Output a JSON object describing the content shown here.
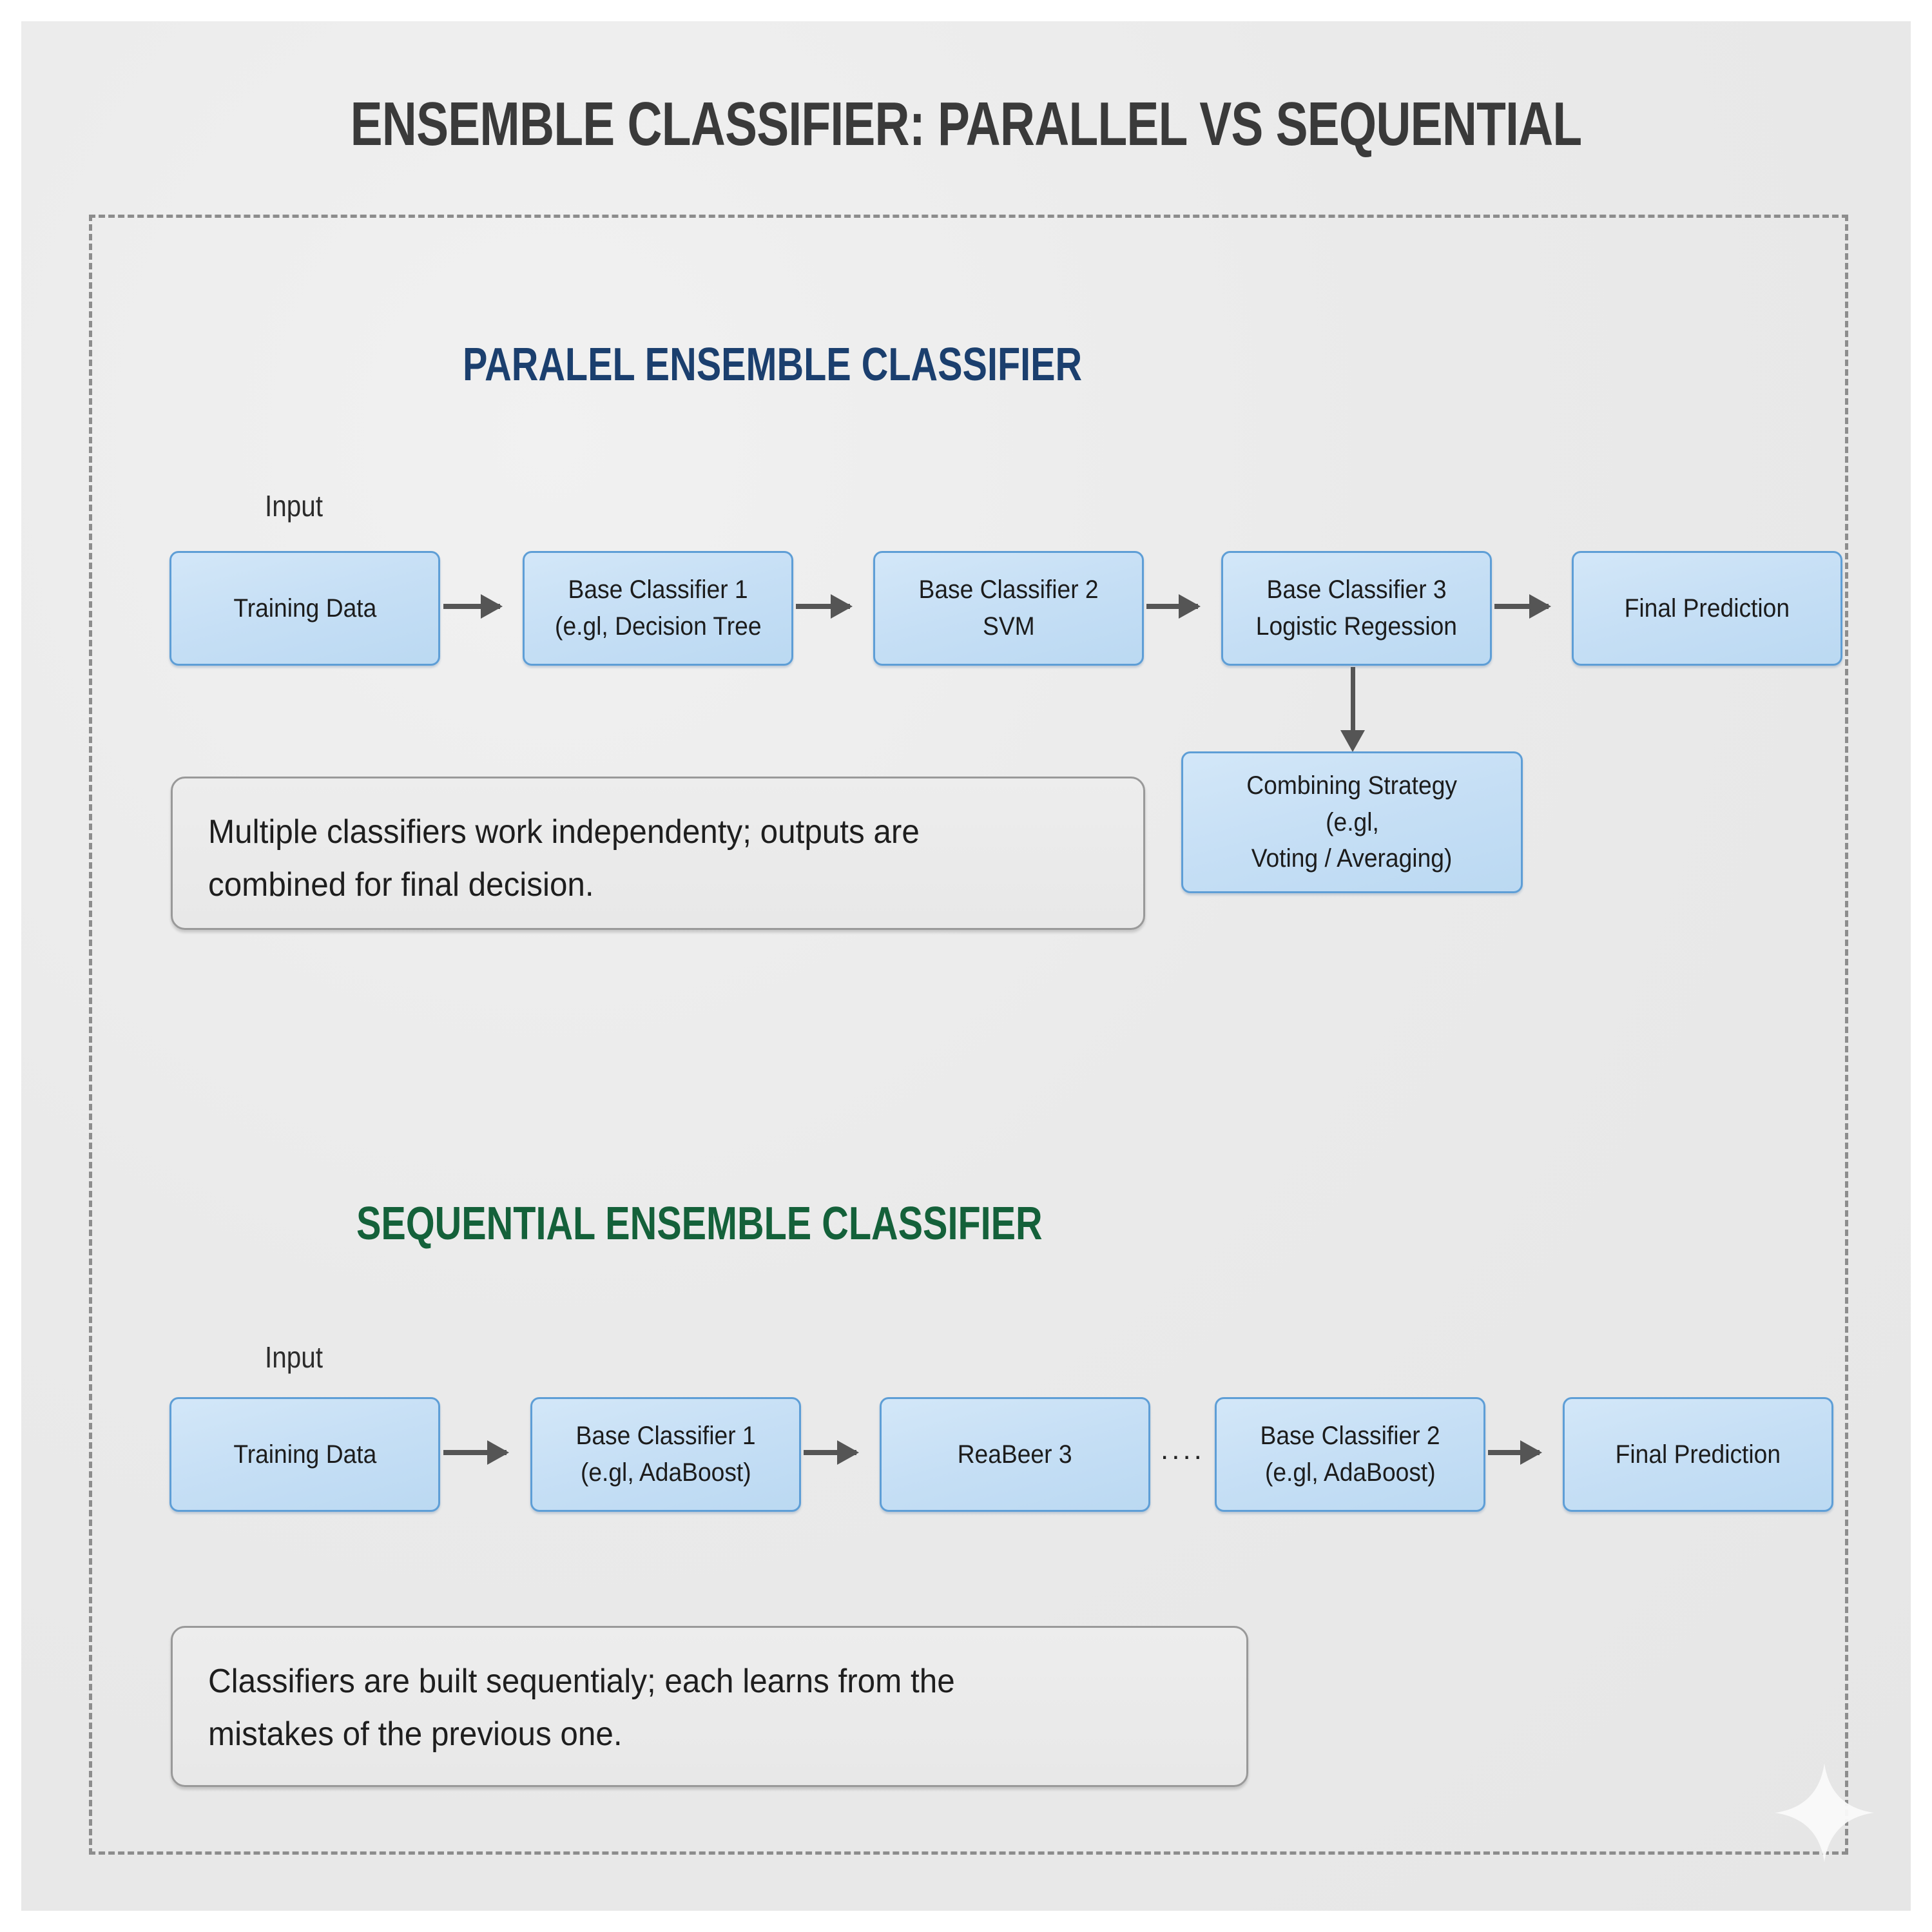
{
  "title": "ENSEMBLE CLASSIFIER: PARALLEL VS SEQUENTIAL",
  "colors": {
    "canvas_bg": "#e9e9e9",
    "frame_border": "#8d8d8d",
    "parallel_heading": "#1b3f6e",
    "sequential_heading": "#14613a",
    "box_fill": "#c6dff5",
    "box_border": "#5e9ed6",
    "arrow": "#555555",
    "note_fill": "#ebebeb",
    "note_border": "#999999",
    "title_text": "#3a3a3a"
  },
  "parallel": {
    "heading": "PARALEL ENSEMBLE CLASSIFIER",
    "input_label": "Input",
    "boxes": [
      {
        "line1": "Training Data",
        "line2": ""
      },
      {
        "line1": "Base Classifier 1",
        "line2": "(e.gl, Decision Tree"
      },
      {
        "line1": "Base Classifier 2",
        "line2": "SVM"
      },
      {
        "line1": "Base Classifier 3",
        "line2": "Logistic Regession"
      },
      {
        "line1": "Final Prediction",
        "line2": ""
      }
    ],
    "combining": {
      "line1": "Combining Strategy",
      "line2": "(e.gl,",
      "line3": "Voting / Averaging)"
    },
    "note_line1": "Multiple classifiers work independenty; outputs are",
    "note_line2": "combined for final decision."
  },
  "sequential": {
    "heading": "SEQUENTIAL ENSEMBLE CLASSIFIER",
    "input_label": "Input",
    "boxes": [
      {
        "line1": "Training Data",
        "line2": ""
      },
      {
        "line1": "Base Classifier 1",
        "line2": "(e.gl, AdaBoost)"
      },
      {
        "line1": "ReaBeer 3",
        "line2": ""
      },
      {
        "line1": "Base Classifier 2",
        "line2": "(e.gl, AdaBoost)"
      },
      {
        "line1": "Final Prediction",
        "line2": ""
      }
    ],
    "ellipsis": "....",
    "note_line1": "Classifiers are built sequentialy; each learns from the",
    "note_line2": "mistakes of the previous one."
  },
  "watermark": "sparkle-icon"
}
